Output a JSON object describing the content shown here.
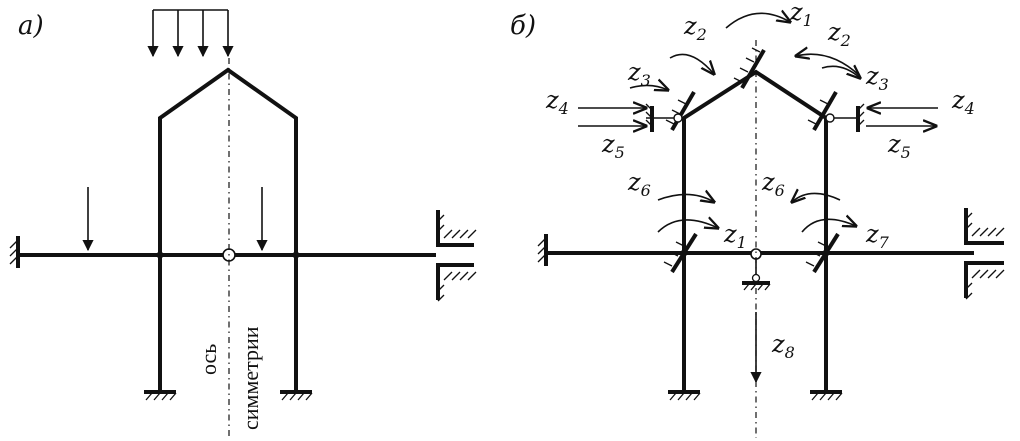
{
  "panels": {
    "a_label": "а)",
    "b_label": "б)"
  },
  "symmetry_axis": {
    "line1": "ось",
    "line2": "симметрии"
  },
  "unknowns": {
    "z1": "z1",
    "z2": "z2",
    "z3": "z3",
    "z4": "z4",
    "z5": "z5",
    "z6": "z6",
    "z7": "z7",
    "z8": "z8"
  }
}
